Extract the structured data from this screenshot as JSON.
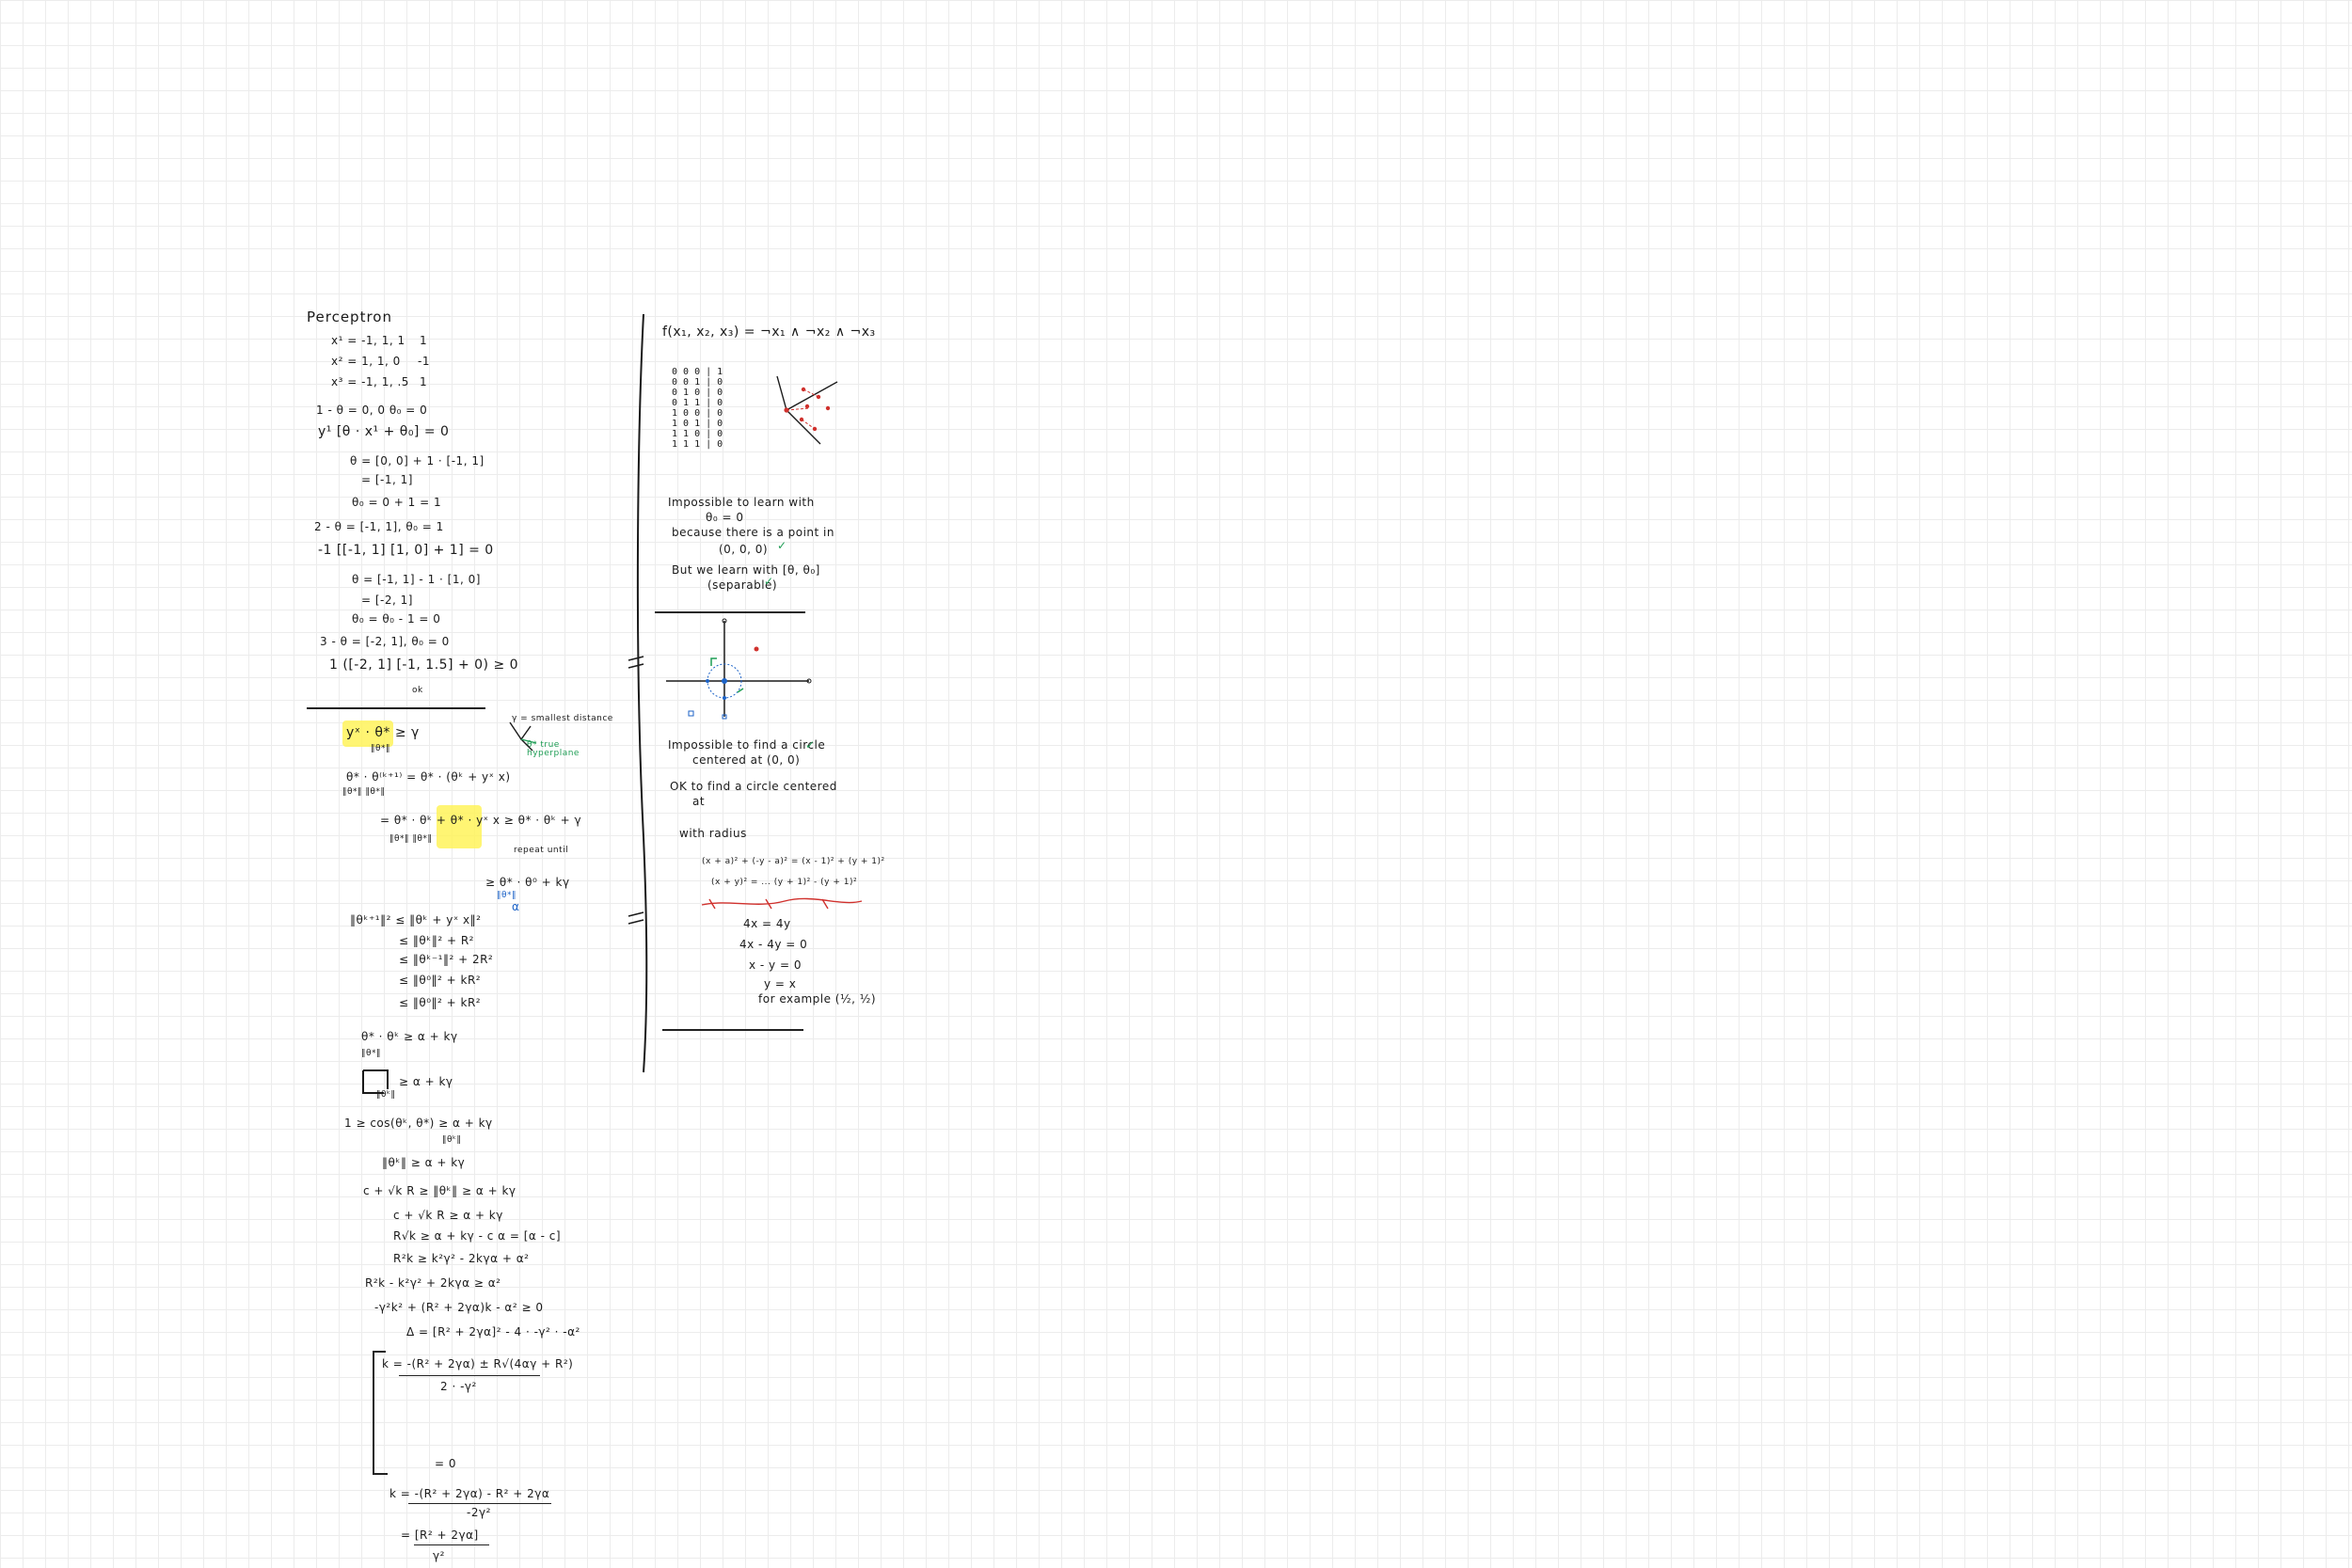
{
  "left": {
    "title": "Perceptron",
    "lines": [
      "x¹ = -1, 1, 1",
      "1",
      "x² = 1, 1, 0",
      "-1",
      "x³ = -1, 1, .5",
      "1",
      "1 - θ = 0, 0    θ₀ = 0",
      "y¹ [θ · x¹ + θ₀] = 0",
      "θ = [0, 0] + 1 · [-1, 1]",
      "= [-1, 1]",
      "θ₀ = 0 + 1 = 1",
      "2 - θ = [-1, 1], θ₀ = 1",
      "-1 [[-1, 1] [1, 0] + 1] = 0",
      "θ = [-1, 1] - 1 · [1, 0]",
      "= [-2, 1]",
      "θ₀ = θ₀ - 1 = 0",
      "3 - θ = [-2, 1], θ₀ = 0",
      "1 ([-2, 1] [-1, 1.5] + 0) ≥ 0",
      "ok"
    ],
    "proof": [
      "yˣ · θ* ≥ γ",
      "‖θ*‖",
      "θ* · θ⁽ᵏ⁺¹⁾ = θ* · (θᵏ + yˣ x)",
      "‖θ*‖      ‖θ*‖",
      "= θ* · θᵏ + θ* · yˣ x ≥ θ* · θᵏ + γ",
      "‖θ*‖     ‖θ*‖",
      "repeat until",
      "≥ θ* · θ⁰ + kγ",
      "‖θ*‖",
      "α",
      "‖θᵏ⁺¹‖² ≤ ‖θᵏ + yˣ x‖²",
      "≤ ‖θᵏ‖² + R²",
      "≤ ‖θᵏ⁻¹‖² + 2R²",
      "≤ ‖θ⁰‖² + kR²",
      "≤ ‖θ⁰‖² + kR²",
      "θ* · θᵏ ≥ α + kγ",
      "‖θ*‖",
      "≥ α + kγ",
      "‖θᵏ‖",
      "1 ≥ cos(θᵏ, θ*) ≥ α + kγ",
      "‖θᵏ‖",
      "‖θᵏ‖ ≥ α + kγ",
      "c + √k R ≥ ‖θᵏ‖ ≥ α + kγ",
      "c + √k R ≥ α + kγ",
      "R√k ≥ α + kγ - c   α = [α - c]",
      "R²k ≥ k²γ² - 2kγα + α²",
      "R²k - k²γ² + 2kγα ≥ α²",
      "-γ²k² + (R² + 2γα)k - α² ≥ 0",
      "Δ = [R² + 2γα]² - 4 · -γ² · -α²",
      "k = -(R² + 2γα) ± R√(4αγ + R²)",
      "2 · -γ²",
      "= 0",
      "k = -(R² + 2γα) - R² + 2γα",
      "-2γ²",
      "= [R² + 2γα]",
      "γ²"
    ],
    "margin_notes": [
      "γ = smallest distance",
      "θ* true hyperplane"
    ]
  },
  "right": {
    "func": "f(x₁, x₂, x₃) = ¬x₁ ∧ ¬x₂ ∧ ¬x₃",
    "truth_table": "0 0 0 | 1\n0 0 1 | 0\n0 1 0 | 0\n0 1 1 | 0\n1 0 0 | 0\n1 0 1 | 0\n1 1 0 | 0\n1 1 1 | 0",
    "notes1": [
      "Impossible to learn with",
      "θ₀ = 0",
      "because there is a point in",
      "(0, 0, 0)",
      "But we learn with [θ, θ₀]",
      "(separable)"
    ],
    "notes2": [
      "Impossible to find a circle",
      "centered at (0, 0)",
      "OK to find a circle centered",
      "at",
      "with radius",
      "(x + a)² + (-y - a)² = (x - 1)² + (y + 1)²",
      "(x + y)² = ...  (y + 1)² - (y + 1)²",
      "4x = 4y",
      "4x - 4y = 0",
      "x - y = 0",
      "y = x",
      "for example (½, ½)"
    ]
  },
  "colors": {
    "ink": "#1a1a1a",
    "highlight": "#fff35a",
    "green": "#1f9d55",
    "red": "#d0312d",
    "blue": "#1d63c7",
    "grid": "#ececec"
  }
}
